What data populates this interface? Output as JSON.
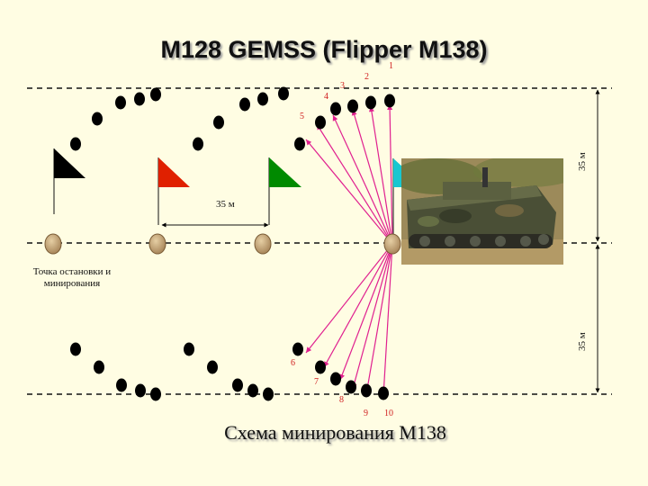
{
  "title": "M128 GEMSS (Flipper M138)",
  "caption": "Схема минирования М138",
  "labels": {
    "stop_point": "Точка остановки и минирования",
    "spacing": "35 м",
    "side_top": "35 м",
    "side_bottom": "35 м"
  },
  "mine_numbers": [
    "1",
    "2",
    "3",
    "4",
    "5",
    "6",
    "7",
    "8",
    "9",
    "10"
  ],
  "colors": {
    "background": "#fffde3",
    "rays": "#e0208f",
    "numbers": "#d02020",
    "flag_black": "#000000",
    "flag_red": "#e02000",
    "flag_green": "#008a00",
    "flag_cyan": "#18c7d0",
    "waypoint": "#c8a878"
  },
  "icons": [
    "flag-icon",
    "vehicle-photo"
  ]
}
